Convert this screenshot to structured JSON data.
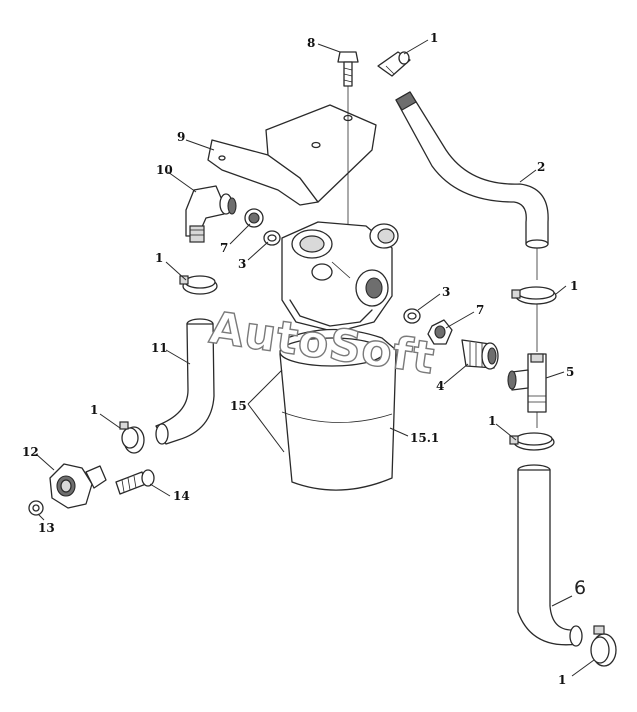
{
  "watermark": "AutoSoft",
  "labels": {
    "l1_top": "1",
    "l8": "8",
    "l9": "9",
    "l10": "10",
    "l2": "2",
    "l7_left": "7",
    "l3_left": "3",
    "l1_left_upper": "1",
    "l1_right_upper": "1",
    "l3_right": "3",
    "l7_right": "7",
    "l11": "11",
    "l4": "4",
    "l5": "5",
    "l15": "15",
    "l15_1": "15.1",
    "l1_left_lower": "1",
    "l1_right_lower": "1",
    "l12": "12",
    "l14": "14",
    "l13": "13",
    "l6": "6",
    "l1_bottom": "1"
  }
}
